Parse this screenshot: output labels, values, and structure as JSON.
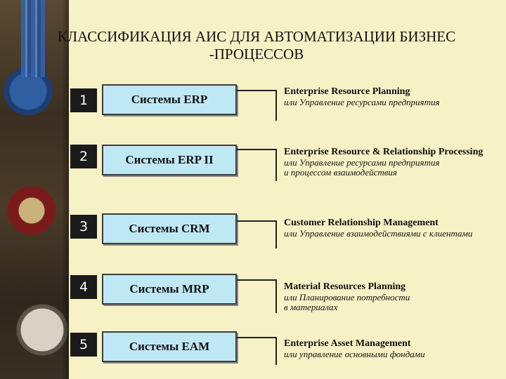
{
  "title_line1": "КЛАССИФИКАЦИЯ АИС ДЛЯ АВТОМАТИЗАЦИИ БИЗНЕС",
  "title_line2": "-ПРОЦЕССОВ",
  "items": [
    {
      "number": "1",
      "system": "Системы ERP",
      "english": "Enterprise Resource Planning",
      "russian": [
        "или Управление ресурсами предприятия"
      ]
    },
    {
      "number": "2",
      "system": "Системы ERP II",
      "english": "Enterprise Resource & Relationship Processing",
      "russian": [
        "или Управление ресурсами предприятия",
        "и процессом взаимодействия"
      ]
    },
    {
      "number": "3",
      "system": "Системы CRM",
      "english": "Customer Relationship Management",
      "russian": [
        "или Управление взаимодействиями с клиентами"
      ]
    },
    {
      "number": "4",
      "system": "Системы MRP",
      "english": "Material Resources Planning",
      "russian": [
        "или Планирование потребности",
        "в материалах"
      ]
    },
    {
      "number": "5",
      "system": "Системы EAM",
      "english": "Enterprise Asset Management",
      "russian": [
        "или управление основными фондами"
      ]
    }
  ],
  "colors": {
    "background": "#f7f1c6",
    "system_box": "#bfe8f5",
    "number_box": "#1a1a1a"
  }
}
